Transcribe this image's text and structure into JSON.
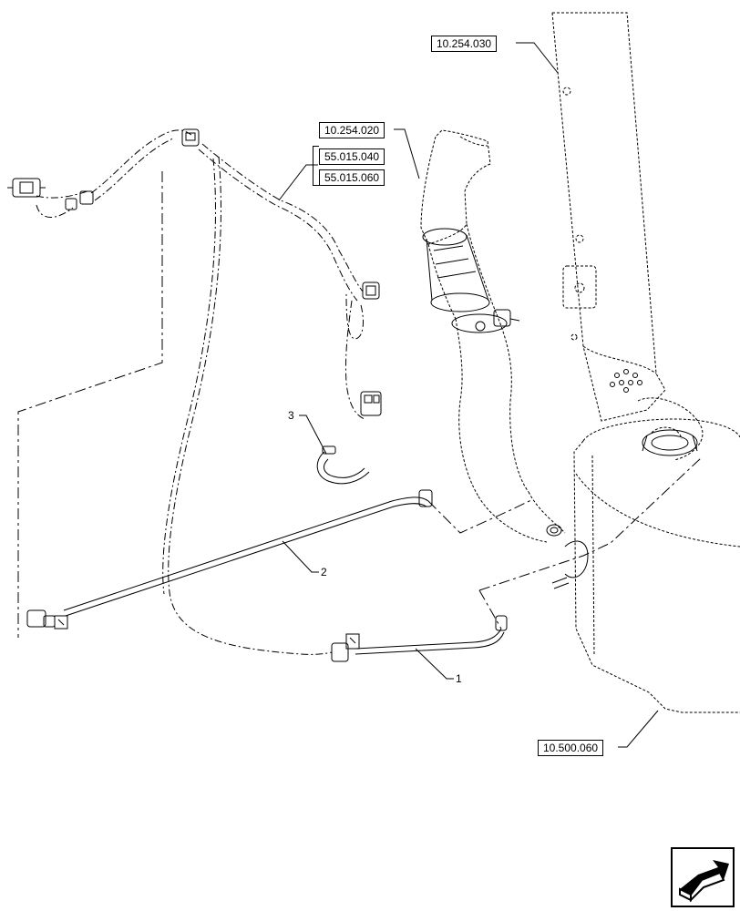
{
  "references": {
    "ref_10_254_030": "10.254.030",
    "ref_10_254_020": "10.254.020",
    "ref_55_015_040": "55.015.040",
    "ref_55_015_060": "55.015.060",
    "ref_10_500_060": "10.500.060"
  },
  "callouts": {
    "item_1": "1",
    "item_2": "2",
    "item_3": "3"
  },
  "icons": {
    "navigation": "next-page-arrow-icon"
  },
  "colors": {
    "line": "#000000",
    "background": "#ffffff"
  }
}
